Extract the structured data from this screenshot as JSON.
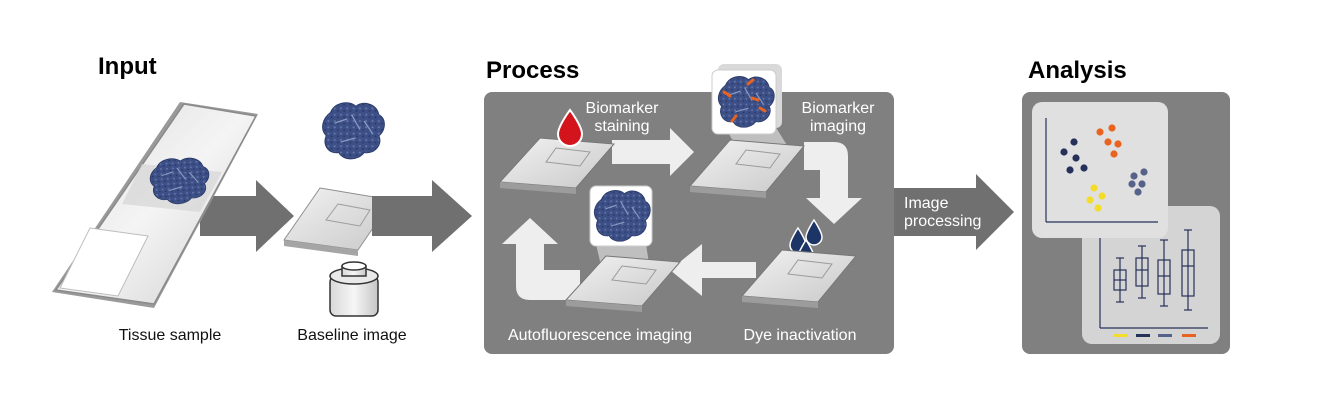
{
  "sections": {
    "input": {
      "title": "Input",
      "tissue_label": "Tissue sample",
      "baseline_label": "Baseline image"
    },
    "process": {
      "title": "Process",
      "staining_line1": "Biomarker",
      "staining_line2": "staining",
      "imaging_line1": "Biomarker",
      "imaging_line2": "imaging",
      "autofluorescence_label": "Autofluorescence imaging",
      "dye_label": "Dye inactivation"
    },
    "analysis": {
      "title": "Analysis"
    },
    "image_processing_line1": "Image",
    "image_processing_line2": "processing"
  },
  "colors": {
    "panel_gray": "#808080",
    "arrow_dark": "#707070",
    "tissue_blue": "#3c4f86",
    "stain_red": "#d4141d",
    "dye_navy": "#1c3466",
    "orange": "#e8631f",
    "yellow": "#f3dd2a",
    "navy": "#263159",
    "slate": "#56628a"
  },
  "icons": [
    "slide-icon",
    "tissue-icon",
    "microscope-objective-icon",
    "blood-drop-icon",
    "dye-drops-icon",
    "scatter-plot-icon",
    "box-plot-icon"
  ]
}
